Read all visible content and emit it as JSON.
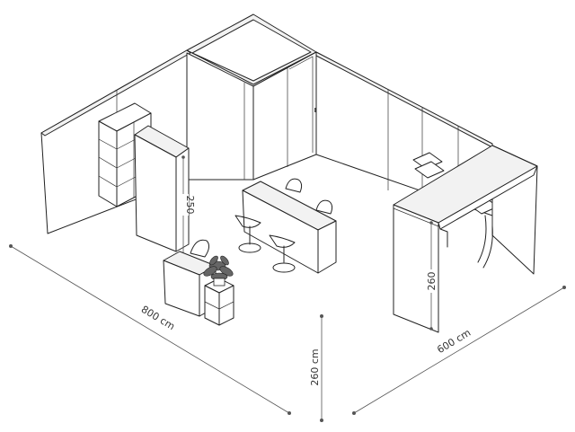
{
  "dimensions": {
    "length": "800 cm",
    "depth": "600 cm",
    "wall_height": "260 cm",
    "panel_height": "250",
    "counter_height": "260"
  },
  "colors": {
    "line": "#222222",
    "dimension": "#555555",
    "background": "#ffffff"
  },
  "icons": [
    "plant-icon"
  ]
}
